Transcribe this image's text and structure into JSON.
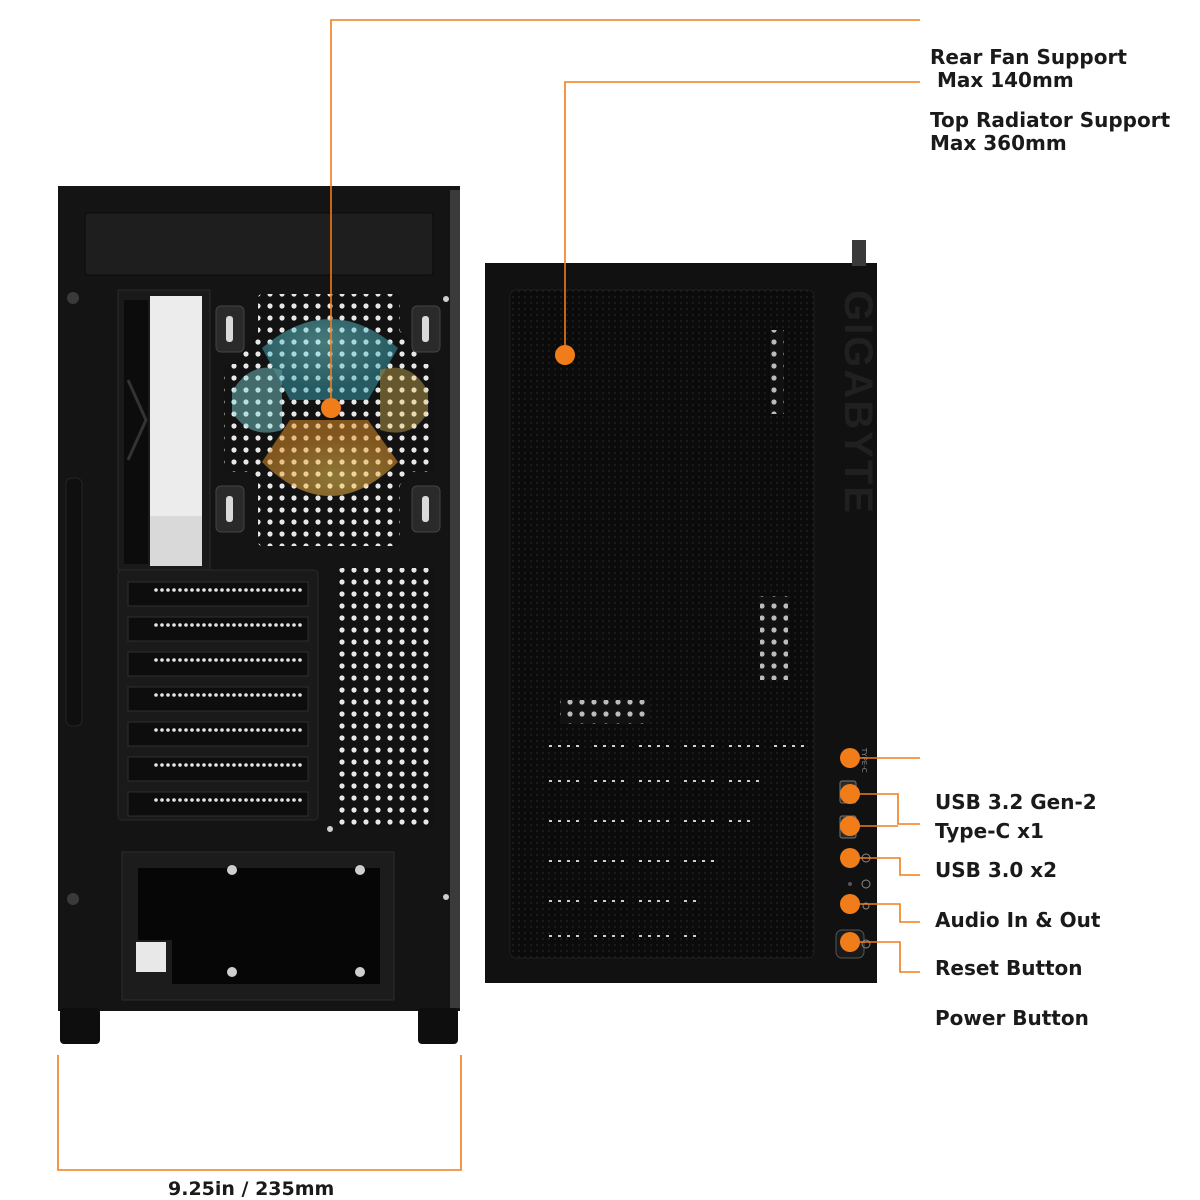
{
  "callouts": {
    "rear_fan": {
      "line1": "Rear Fan Support",
      "line2": " Max 140mm"
    },
    "top_radiator": {
      "line1": "Top Radiator Support",
      "line2": "Max 360mm"
    },
    "usb_c": {
      "line1": "USB 3.2 Gen-2",
      "line2": "Type-C x1"
    },
    "usb_a": {
      "line1": "USB 3.0 x2"
    },
    "audio": {
      "line1": "Audio In & Out"
    },
    "reset": {
      "line1": "Reset Button"
    },
    "power": {
      "line1": "Power Button"
    }
  },
  "dimension": {
    "width": "9.25in / 235mm"
  },
  "brand": {
    "logo": "GIGABYTE",
    "port_text": "TYPE-C"
  },
  "colors": {
    "accent": "#f07d1a",
    "case": "#141414",
    "panel": "#0c0c0c"
  },
  "icons": [
    "headphone-icon",
    "mic-icon",
    "reset-icon",
    "power-icon"
  ]
}
